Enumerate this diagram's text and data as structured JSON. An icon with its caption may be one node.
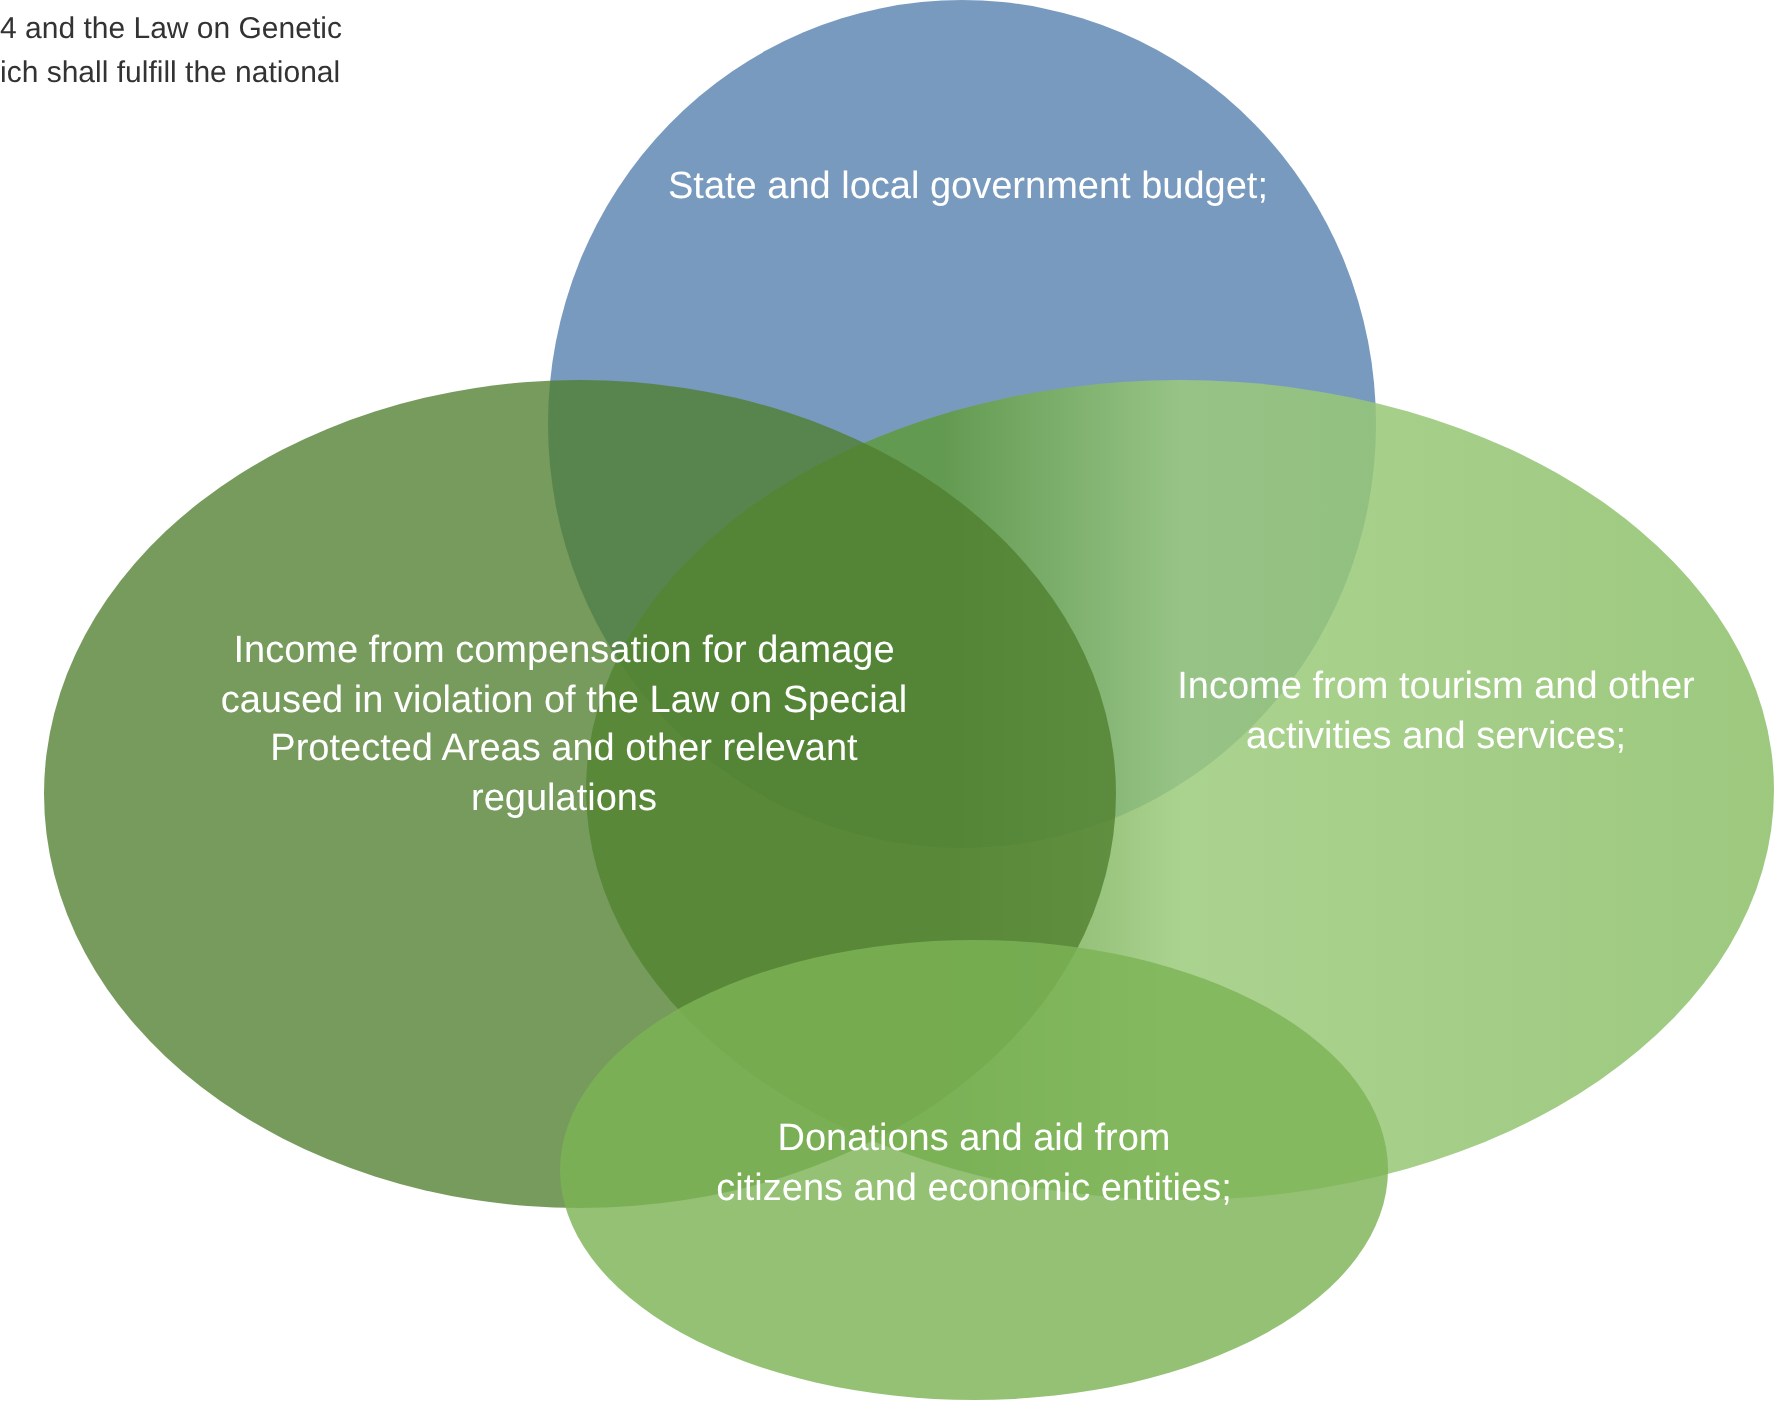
{
  "diagram": {
    "nodes": [
      {
        "text": [
          "State and local government budget;"
        ]
      },
      {
        "text": [
          "Income from compensation for damage caused in violation of the Law on Special Protected Areas and other relevant regulations"
        ]
      },
      {
        "text": [
          "Income from tourism and other activities and services;"
        ]
      },
      {
        "text": [
          "Donations and aid from citizens and economic entities;"
        ]
      }
    ],
    "labels": [
      "4 and the Law on Genetic",
      "ich shall fulfill the national"
    ]
  }
}
